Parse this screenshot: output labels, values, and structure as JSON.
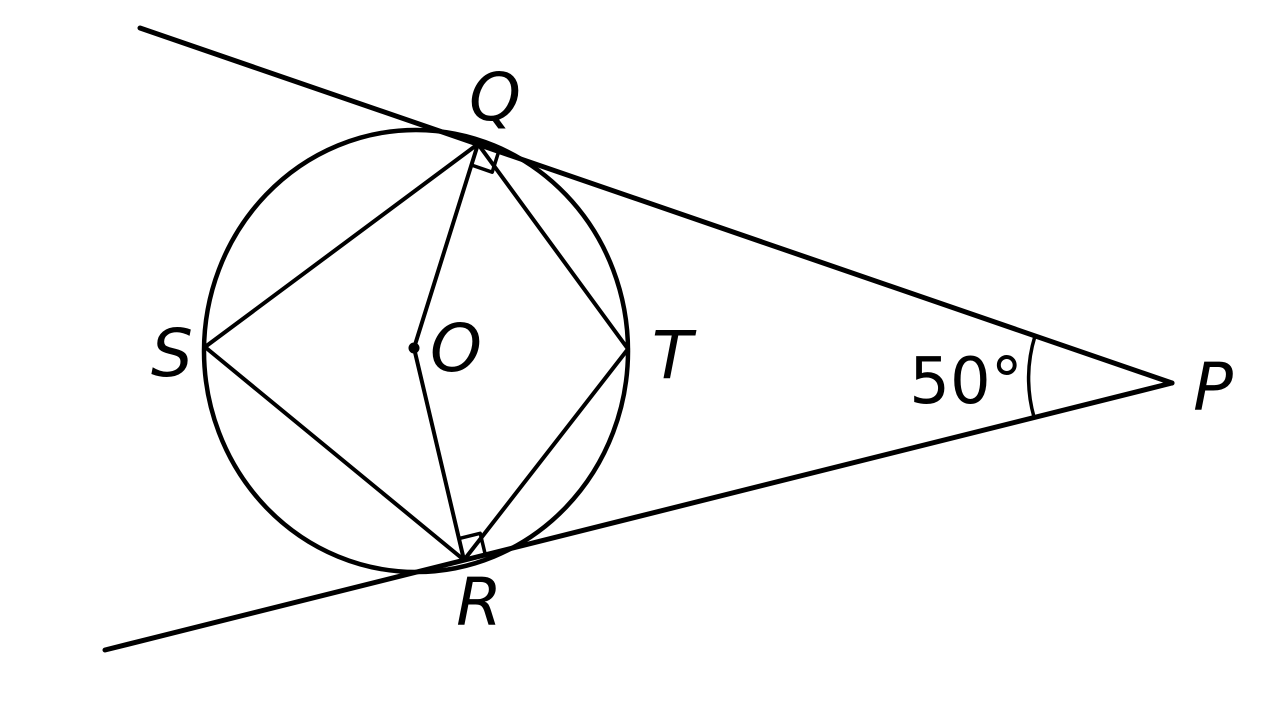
{
  "diagram": {
    "type": "geometry-circle-with-tangents",
    "background_color": "#ffffff",
    "line_color": "#000000",
    "point_labels": {
      "center": "O",
      "top_tangent_point": "Q",
      "bottom_tangent_point": "R",
      "left_circle_point": "S",
      "right_circle_point": "T",
      "external_point": "P"
    },
    "angle": {
      "label": "50°",
      "vertex": "P"
    }
  }
}
